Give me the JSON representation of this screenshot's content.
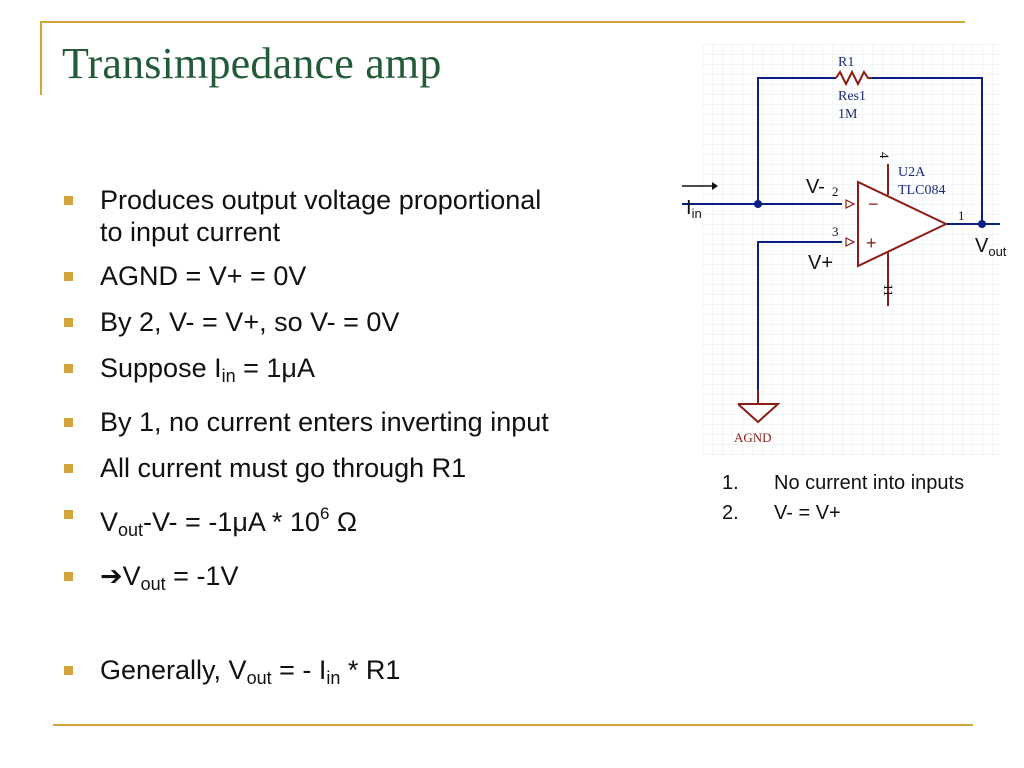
{
  "title": "Transimpedance amp",
  "bullets": {
    "b1_line1": "Produces output voltage proportional",
    "b1_line2": "to input current",
    "b2": "AGND = V+ = 0V",
    "b3": "By 2, V- = V+, so V- = 0V",
    "b4_prefix": "Suppose I",
    "b4_sub": "in",
    "b4_suffix": " = 1μA",
    "b5": "By 1, no current enters inverting input",
    "b6": "All current must go through R1",
    "b7_v": "V",
    "b7_sub": "out",
    "b7_mid": "-V- = -1μA * 10",
    "b7_sup": "6",
    "b7_end": " Ω",
    "b8_arrow": "➔",
    "b8_v": "V",
    "b8_sub": "out",
    "b8_end": " = -1V",
    "b9_prefix": "Generally, V",
    "b9_sub1": "out",
    "b9_mid": " = - I",
    "b9_sub2": "in",
    "b9_end": " * R1"
  },
  "schematic": {
    "r1_ref": "R1",
    "r1_model": "Res1",
    "r1_value": "1M",
    "u_ref": "U2A",
    "u_model": "TLC084",
    "pin2": "2",
    "pin3": "3",
    "pin4": "4",
    "pin11": "11",
    "pin1": "1",
    "minus_sign": "−",
    "plus_sign": "+",
    "agnd": "AGND"
  },
  "labels": {
    "v_minus": "V-",
    "v_plus": "V+",
    "iin_main": "I",
    "iin_sub": "in",
    "vout_main": "V",
    "vout_sub": "out"
  },
  "notes": [
    {
      "num": "1.",
      "text": "No current into inputs"
    },
    {
      "num": "2.",
      "text": "V- = V+"
    }
  ],
  "colors": {
    "accent_gold": "#d3a43a",
    "title_green": "#235b39",
    "wire_blue": "#0a1f86",
    "component_red": "#8b1d17",
    "grid": "#e7ecef"
  }
}
